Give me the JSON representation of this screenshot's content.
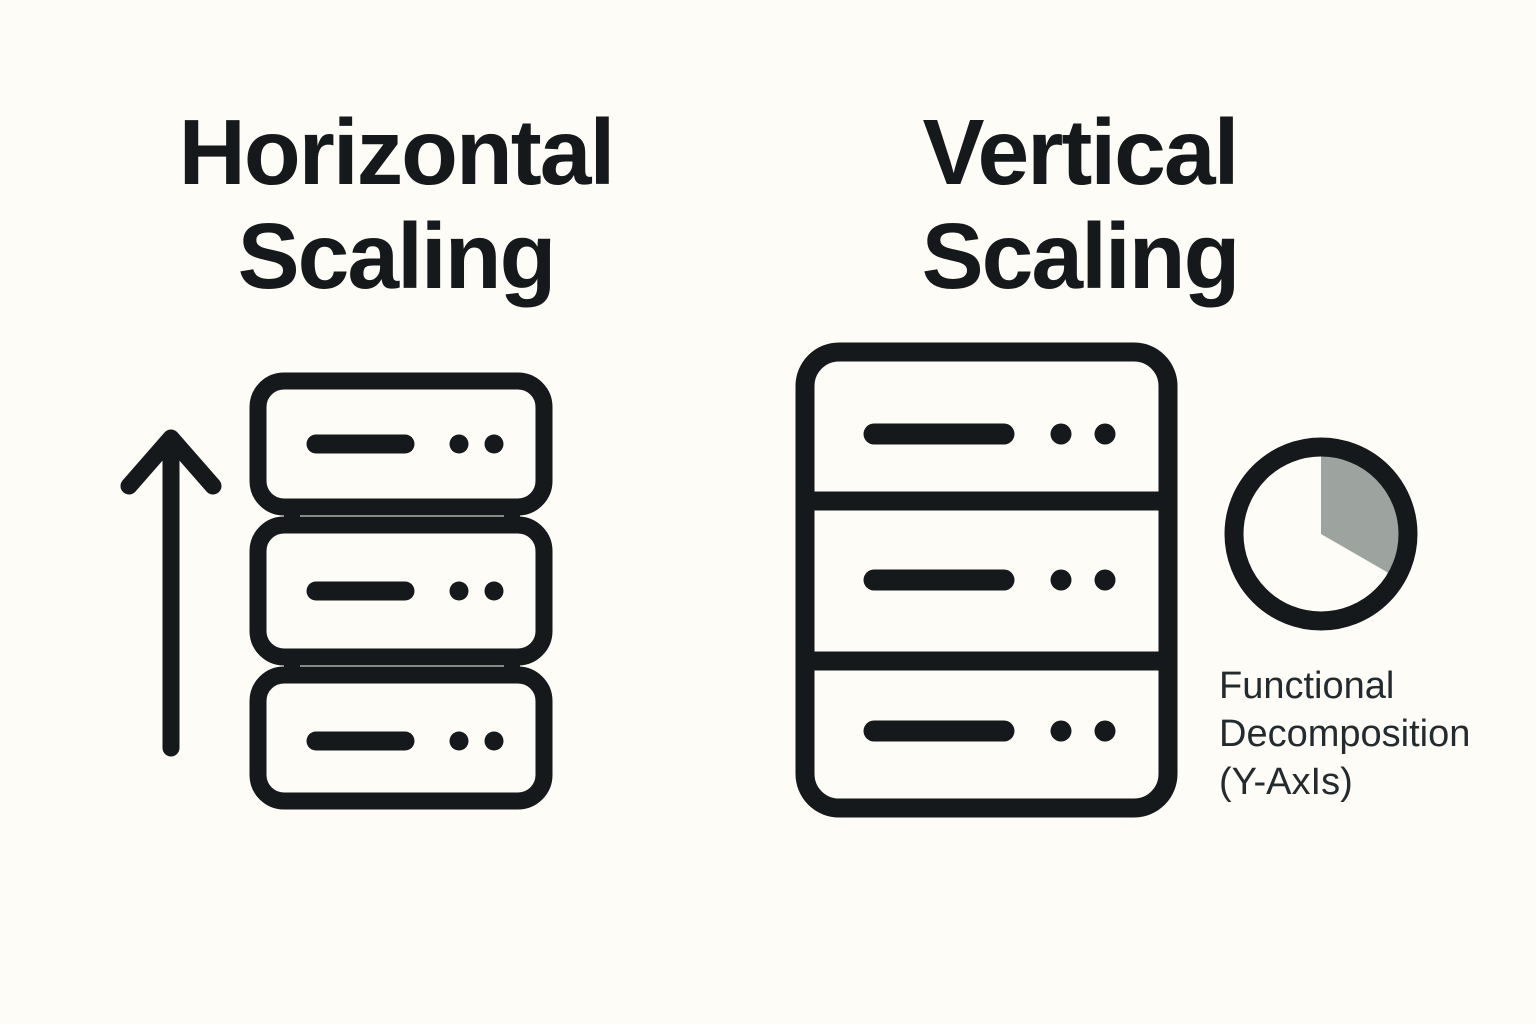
{
  "colors": {
    "bg": "#fdfcf6",
    "ink": "#15191b",
    "caption": "#242b2f",
    "slice": "#9da49f"
  },
  "left_panel": {
    "title_line1": "Horizontal",
    "title_line2": "Scaling",
    "icons": [
      "up-arrow-icon",
      "server-stack-icon"
    ],
    "server_count": 3
  },
  "right_panel": {
    "title_line1": "Vertical",
    "title_line2": "Scaling",
    "icons": [
      "server-icon",
      "pie-chart-icon"
    ],
    "server_sections": 3,
    "caption_line1": "Functional",
    "caption_line2": "Decomposition",
    "caption_line3": "(Y-AxIs)"
  }
}
